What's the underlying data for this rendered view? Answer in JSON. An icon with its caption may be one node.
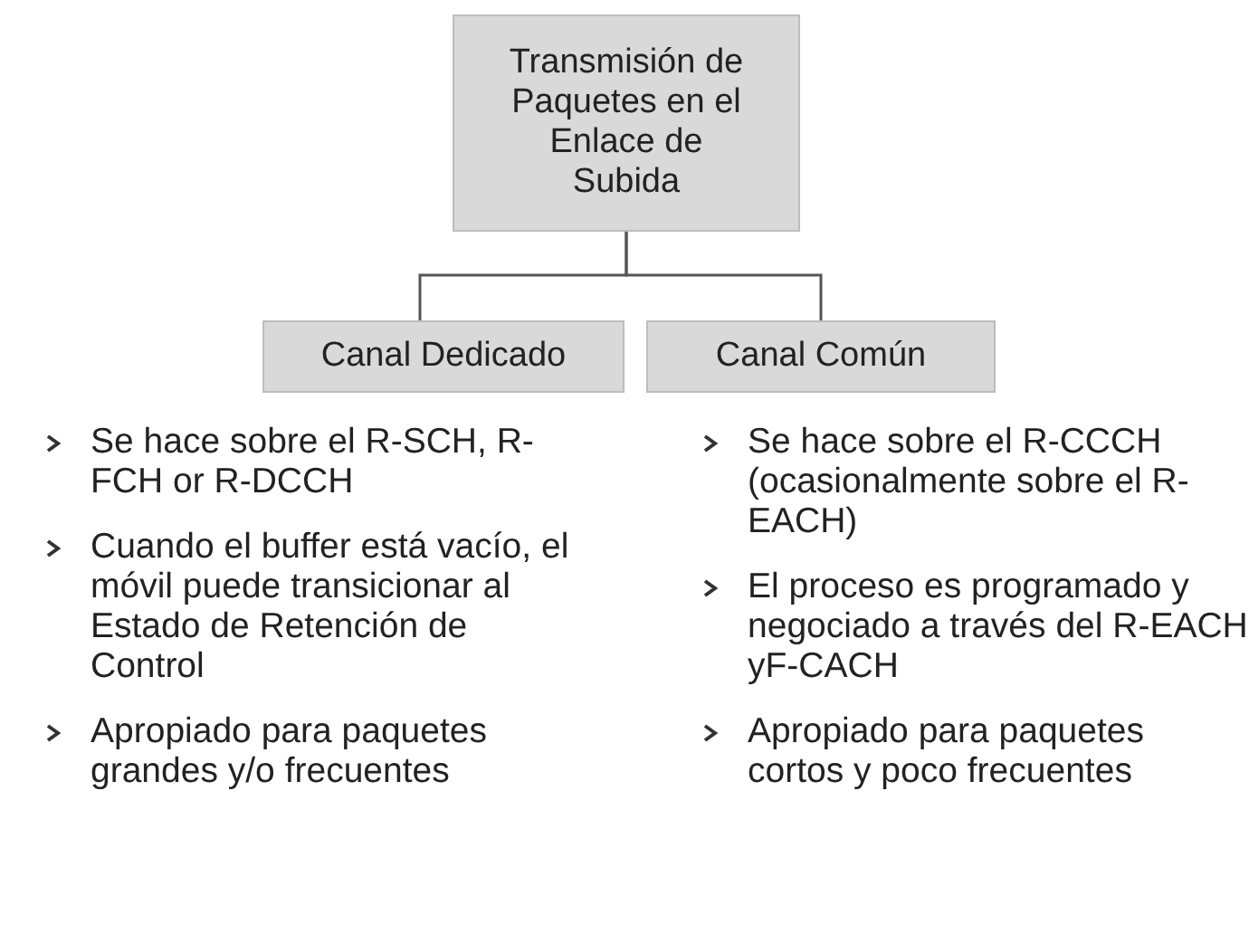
{
  "diagram": {
    "nodes": [
      {
        "text": [
          "Transmisión de Paquetes en el Enlace de Subida"
        ]
      },
      {
        "text": [
          "Canal Dedicado"
        ]
      },
      {
        "text": [
          "Canal Común"
        ]
      }
    ],
    "edges": [
      {
        "from": 0,
        "to": 1,
        "arrow": "none"
      },
      {
        "from": 0,
        "to": 2,
        "arrow": "none"
      }
    ],
    "labels": [
      "Se hace sobre el R-SCH, R-FCH or R-DCCH",
      "Cuando el buffer está vacío, el móvil puede transicionar al Estado de Retención de Control",
      "Apropiado para paquetes grandes y/o frecuentes",
      "Se hace sobre el R-CCCH (ocasionalmente sobre el R-EACH)",
      "El proceso es programado y negociado a través del R-EACH yF-CACH",
      "Apropiado para paquetes cortos y poco frecuentes"
    ]
  }
}
